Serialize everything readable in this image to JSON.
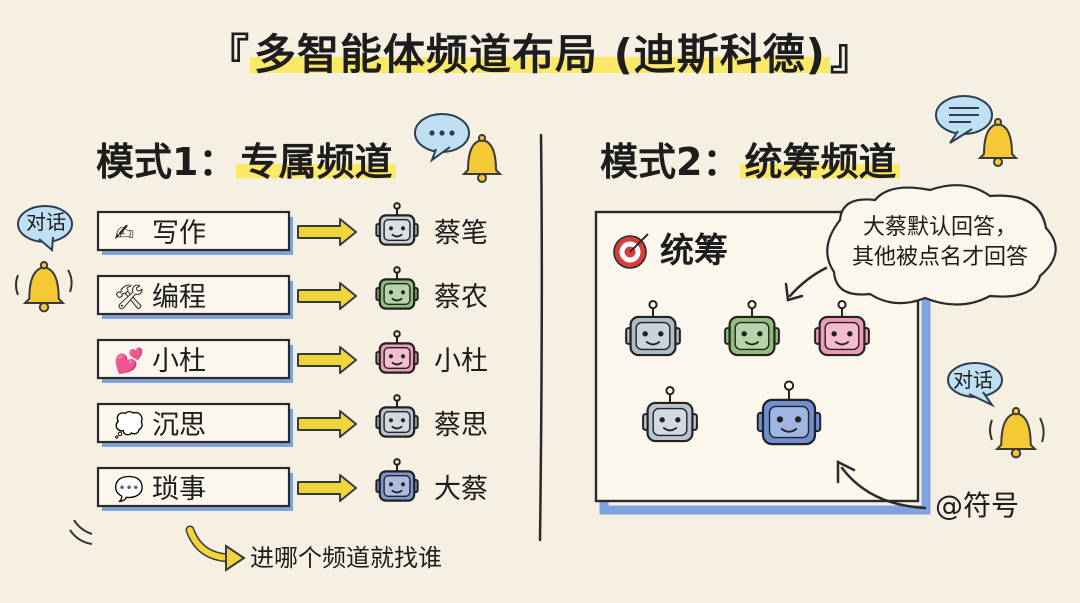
{
  "title": {
    "open_bracket": "『",
    "text": "多智能体频道布局 (迪斯科德)",
    "close_bracket": "』"
  },
  "mode1": {
    "label": "模式1：",
    "name": "专属频道",
    "side_bubble": "对话",
    "channels": [
      {
        "icon": "✍",
        "label": "写作",
        "bot": "蔡笔",
        "bot_color": "#c7ced6"
      },
      {
        "icon": "🛠",
        "label": "编程",
        "bot": "蔡农",
        "bot_color": "#8fbd7d"
      },
      {
        "icon": "💕",
        "label": "小杜",
        "bot": "小杜",
        "bot_color": "#ee9bb6"
      },
      {
        "icon": "💭",
        "label": "沉思",
        "bot": "蔡思",
        "bot_color": "#b9c3cd"
      },
      {
        "icon": "💬",
        "label": "琐事",
        "bot": "大蔡",
        "bot_color": "#7d96d2"
      }
    ],
    "footer_note": "进哪个频道就找谁"
  },
  "mode2": {
    "label": "模式2：",
    "name": "统筹频道",
    "channel_icon": "target-icon",
    "channel_label": "统筹",
    "cloud_note_line1": "大蔡默认回答，",
    "cloud_note_line2": "其他被点名才回答",
    "side_bubble": "对话",
    "mention_note": "@符号",
    "bots": [
      {
        "color": "#aebac6"
      },
      {
        "color": "#8fbd7d"
      },
      {
        "color": "#ee9bb6"
      },
      {
        "color": "#b9c6d2"
      },
      {
        "color": "#6f8ed4"
      }
    ]
  },
  "colors": {
    "highlight": "#fbe96a",
    "box_shadow": "#7fa3e0",
    "arrow": "#f0d53a",
    "bell": "#f5c935",
    "bubble": "#bfe0f3"
  }
}
